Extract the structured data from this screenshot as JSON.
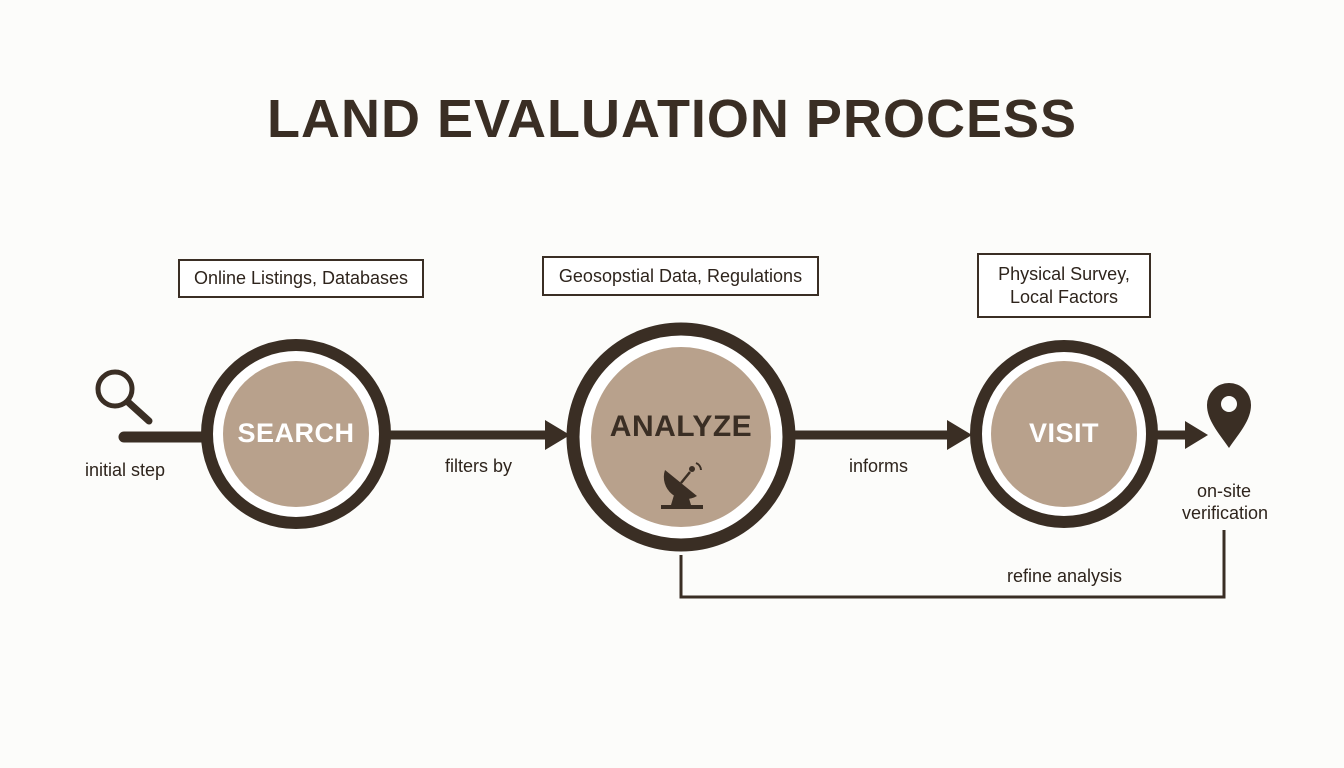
{
  "title": "LAND EVALUATION PROCESS",
  "colors": {
    "ink": "#3a2e24",
    "node_fill": "#b8a18c",
    "background": "#fcfcfa",
    "search_text": "#ffffff",
    "analyze_text": "#3a2e24",
    "visit_text": "#ffffff"
  },
  "nodes": {
    "search": {
      "label": "SEARCH",
      "note": "Online Listings, Databases"
    },
    "analyze": {
      "label": "ANALYZE",
      "note": "Geosopstial Data, Regulations",
      "icon": "satellite-dish-icon"
    },
    "visit": {
      "label": "VISIT",
      "note_line1": "Physical Survey,",
      "note_line2": "Local Factors"
    }
  },
  "edges": {
    "start": "initial step",
    "search_to_analyze": "filters by",
    "analyze_to_visit": "informs",
    "visit_to_end_line1": "on-site",
    "visit_to_end_line2": "verification",
    "feedback": "refine analysis"
  },
  "icons": {
    "start": "search-icon",
    "end": "map-pin-icon"
  }
}
